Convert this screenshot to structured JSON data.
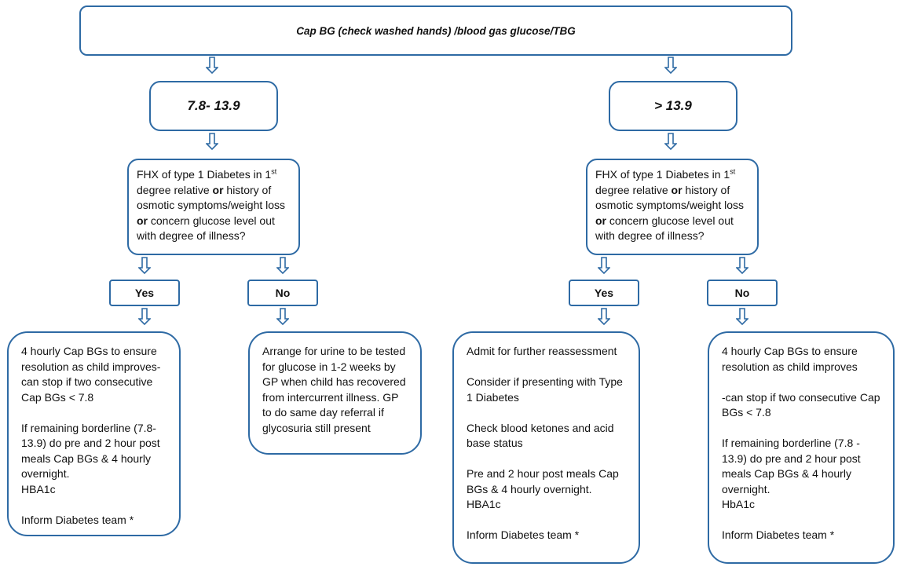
{
  "top": {
    "text": "Cap BG (check washed hands) /blood gas glucose/TBG"
  },
  "ranges": {
    "left": "7.8- 13.9",
    "right": "> 13.9"
  },
  "question": {
    "p1": "FHX of type 1 Diabetes in 1",
    "sup": "st",
    "p2": " degree relative ",
    "or1": "or",
    "p3": " history of osmotic symptoms/weight loss ",
    "or2": "or",
    "p4": " concern glucose level out with degree of illness?"
  },
  "answers": {
    "yes": "Yes",
    "no": "No"
  },
  "outcomes": {
    "left_yes": [
      "4 hourly Cap BGs to ensure resolution as child improves-can stop if two consecutive Cap BGs < 7.8",
      "If remaining borderline (7.8-13.9) do pre and 2 hour post meals Cap BGs & 4 hourly overnight.",
      "HBA1c",
      "Inform Diabetes team *"
    ],
    "left_no": [
      "Arrange for urine to be tested for glucose in 1-2 weeks by GP when child has recovered from intercurrent illness. GP to do same day referral if glycosuria still present"
    ],
    "right_yes": [
      "Admit for further reassessment",
      "Consider if presenting with Type 1 Diabetes",
      "Check blood ketones and acid base status",
      "Pre and 2 hour post meals Cap BGs & 4 hourly overnight.",
      "HBA1c",
      "Inform Diabetes team *"
    ],
    "right_no": [
      "4 hourly Cap BGs to ensure resolution as child improves",
      "-can stop if two consecutive Cap BGs < 7.8",
      "If remaining borderline (7.8 - 13.9) do pre and 2 hour post meals Cap BGs & 4 hourly overnight.",
      "HbA1c",
      "Inform Diabetes team *"
    ]
  },
  "colors": {
    "border": "#2e6aa4",
    "arrow": "#2e6aa4"
  }
}
